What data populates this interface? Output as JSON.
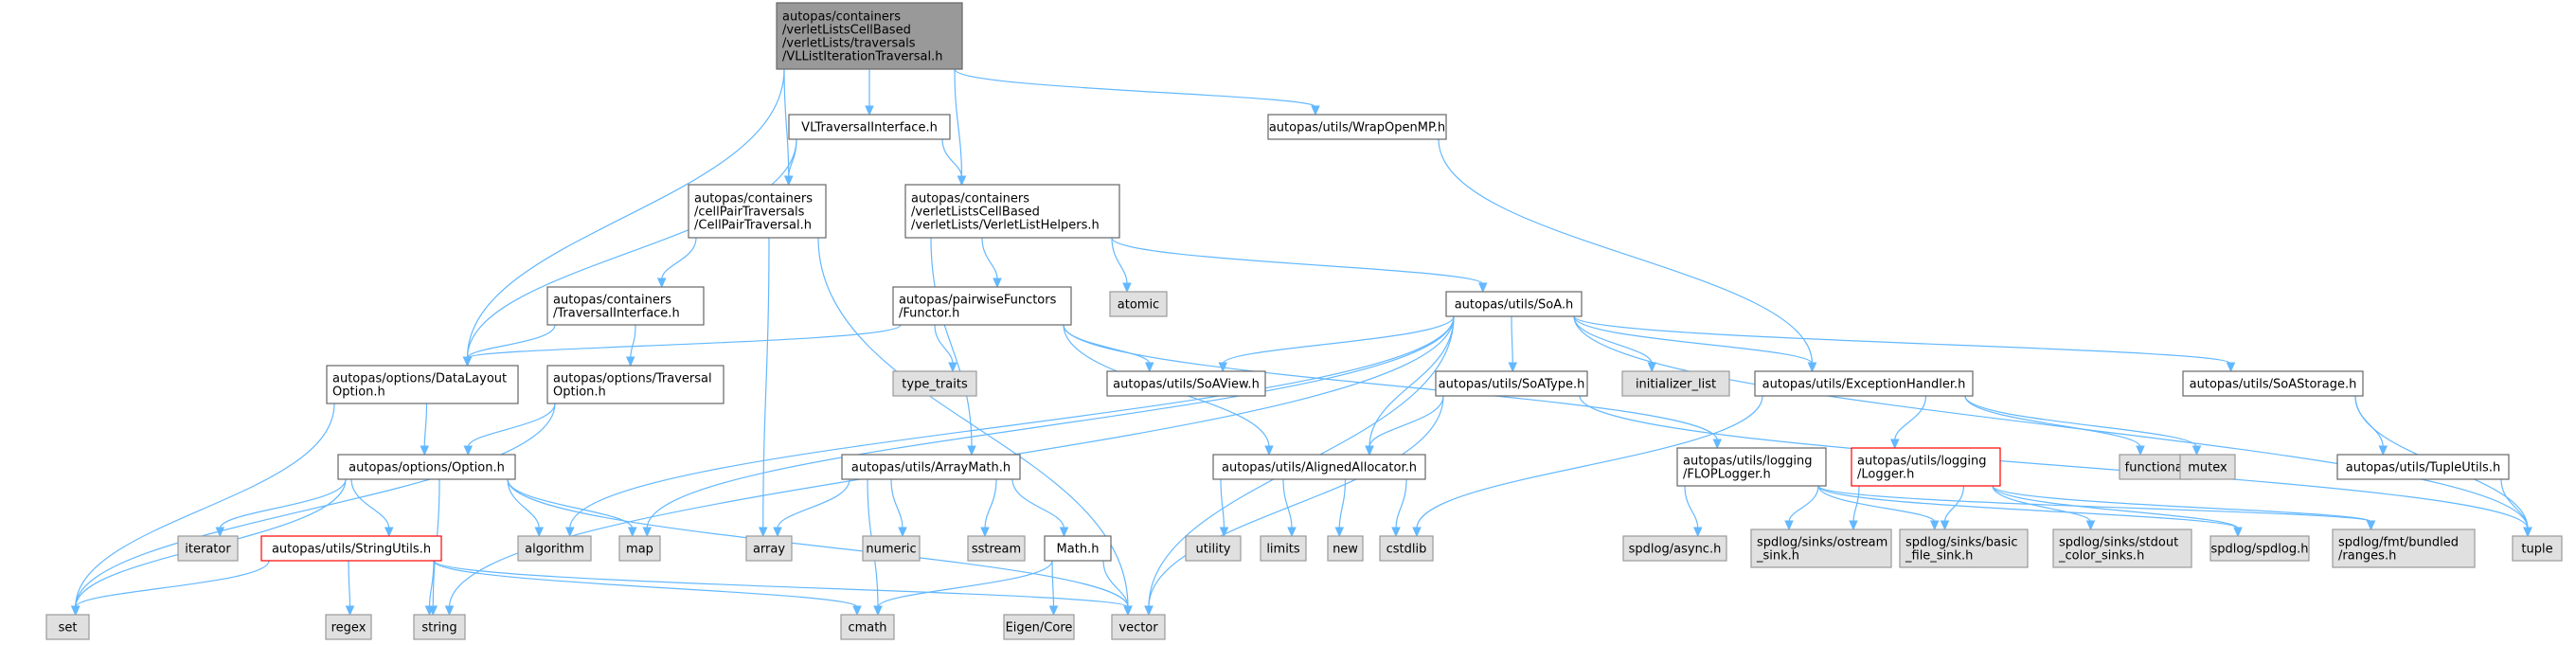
{
  "colors": {
    "edge": "#63b8ff",
    "root_fill": "#999999",
    "root_border": "#666666",
    "normal_fill": "#ffffff",
    "normal_border": "#666666",
    "system_fill": "#e0e0e0",
    "system_border": "#999999",
    "red_border": "#ff0000"
  },
  "nodes": [
    {
      "id": "root",
      "kind": "root",
      "lines": [
        "autopas/containers",
        "/verletListsCellBased",
        "/verletLists/traversals",
        "/VLListIterationTraversal.h"
      ]
    },
    {
      "id": "vlti",
      "kind": "normal",
      "lines": [
        "VLTraversalInterface.h"
      ]
    },
    {
      "id": "wrapomp",
      "kind": "normal",
      "lines": [
        "autopas/utils/WrapOpenMP.h"
      ]
    },
    {
      "id": "cellpair",
      "kind": "normal",
      "lines": [
        "autopas/containers",
        "/cellPairTraversals",
        "/CellPairTraversal.h"
      ]
    },
    {
      "id": "vlhelpers",
      "kind": "normal",
      "lines": [
        "autopas/containers",
        "/verletListsCellBased",
        "/verletLists/VerletListHelpers.h"
      ]
    },
    {
      "id": "travint",
      "kind": "normal",
      "lines": [
        "autopas/containers",
        "/TraversalInterface.h"
      ]
    },
    {
      "id": "functor",
      "kind": "normal",
      "lines": [
        "autopas/pairwiseFunctors",
        "/Functor.h"
      ]
    },
    {
      "id": "atomic",
      "kind": "system",
      "lines": [
        "atomic"
      ]
    },
    {
      "id": "soa",
      "kind": "normal",
      "lines": [
        "autopas/utils/SoA.h"
      ]
    },
    {
      "id": "datalayout",
      "kind": "normal",
      "lines": [
        "autopas/options/DataLayout",
        "Option.h"
      ]
    },
    {
      "id": "travopt",
      "kind": "normal",
      "lines": [
        "autopas/options/Traversal",
        "Option.h"
      ]
    },
    {
      "id": "type_traits",
      "kind": "system",
      "lines": [
        "type_traits"
      ]
    },
    {
      "id": "soaview",
      "kind": "normal",
      "lines": [
        "autopas/utils/SoAView.h"
      ]
    },
    {
      "id": "soatype",
      "kind": "normal",
      "lines": [
        "autopas/utils/SoAType.h"
      ]
    },
    {
      "id": "init_list",
      "kind": "system",
      "lines": [
        "initializer_list"
      ]
    },
    {
      "id": "exhandler",
      "kind": "normal",
      "lines": [
        "autopas/utils/ExceptionHandler.h"
      ]
    },
    {
      "id": "soastorage",
      "kind": "normal",
      "lines": [
        "autopas/utils/SoAStorage.h"
      ]
    },
    {
      "id": "option",
      "kind": "normal",
      "lines": [
        "autopas/options/Option.h"
      ]
    },
    {
      "id": "arraymath",
      "kind": "normal",
      "lines": [
        "autopas/utils/ArrayMath.h"
      ]
    },
    {
      "id": "alignedalloc",
      "kind": "normal",
      "lines": [
        "autopas/utils/AlignedAllocator.h"
      ]
    },
    {
      "id": "floplogger",
      "kind": "normal",
      "lines": [
        "autopas/utils/logging",
        "/FLOPLogger.h"
      ]
    },
    {
      "id": "logger",
      "kind": "red",
      "lines": [
        "autopas/utils/logging",
        "/Logger.h"
      ]
    },
    {
      "id": "functional",
      "kind": "system",
      "lines": [
        "functional"
      ]
    },
    {
      "id": "mutex",
      "kind": "system",
      "lines": [
        "mutex"
      ]
    },
    {
      "id": "tupleutils",
      "kind": "normal",
      "lines": [
        "autopas/utils/TupleUtils.h"
      ]
    },
    {
      "id": "iterator",
      "kind": "system",
      "lines": [
        "iterator"
      ]
    },
    {
      "id": "stringutils",
      "kind": "red",
      "lines": [
        "autopas/utils/StringUtils.h"
      ]
    },
    {
      "id": "algorithm",
      "kind": "system",
      "lines": [
        "algorithm"
      ]
    },
    {
      "id": "map",
      "kind": "system",
      "lines": [
        "map"
      ]
    },
    {
      "id": "array",
      "kind": "system",
      "lines": [
        "array"
      ]
    },
    {
      "id": "numeric",
      "kind": "system",
      "lines": [
        "numeric"
      ]
    },
    {
      "id": "sstream",
      "kind": "system",
      "lines": [
        "sstream"
      ]
    },
    {
      "id": "mathh",
      "kind": "normal",
      "lines": [
        "Math.h"
      ]
    },
    {
      "id": "utility",
      "kind": "system",
      "lines": [
        "utility"
      ]
    },
    {
      "id": "limits",
      "kind": "system",
      "lines": [
        "limits"
      ]
    },
    {
      "id": "new",
      "kind": "system",
      "lines": [
        "new"
      ]
    },
    {
      "id": "cstdlib",
      "kind": "system",
      "lines": [
        "cstdlib"
      ]
    },
    {
      "id": "spdasync",
      "kind": "system",
      "lines": [
        "spdlog/async.h"
      ]
    },
    {
      "id": "spdostream",
      "kind": "system",
      "lines": [
        "spdlog/sinks/ostream",
        "_sink.h"
      ]
    },
    {
      "id": "spdbasic",
      "kind": "system",
      "lines": [
        "spdlog/sinks/basic",
        "_file_sink.h"
      ]
    },
    {
      "id": "spdstdout",
      "kind": "system",
      "lines": [
        "spdlog/sinks/stdout",
        "_color_sinks.h"
      ]
    },
    {
      "id": "spdlog",
      "kind": "system",
      "lines": [
        "spdlog/spdlog.h"
      ]
    },
    {
      "id": "fmtranges",
      "kind": "system",
      "lines": [
        "spdlog/fmt/bundled",
        "/ranges.h"
      ]
    },
    {
      "id": "tuple",
      "kind": "system",
      "lines": [
        "tuple"
      ]
    },
    {
      "id": "set",
      "kind": "system",
      "lines": [
        "set"
      ]
    },
    {
      "id": "regex",
      "kind": "system",
      "lines": [
        "regex"
      ]
    },
    {
      "id": "string",
      "kind": "system",
      "lines": [
        "string"
      ]
    },
    {
      "id": "cmath",
      "kind": "system",
      "lines": [
        "cmath"
      ]
    },
    {
      "id": "eigencore",
      "kind": "system",
      "lines": [
        "Eigen/Core"
      ]
    },
    {
      "id": "vector",
      "kind": "system",
      "lines": [
        "vector"
      ]
    }
  ],
  "edges": [
    [
      "root",
      "vlti"
    ],
    [
      "root",
      "wrapomp"
    ],
    [
      "root",
      "cellpair"
    ],
    [
      "root",
      "vlhelpers"
    ],
    [
      "root",
      "datalayout"
    ],
    [
      "vlti",
      "cellpair"
    ],
    [
      "vlti",
      "vlhelpers"
    ],
    [
      "vlti",
      "datalayout"
    ],
    [
      "wrapomp",
      "exhandler"
    ],
    [
      "cellpair",
      "travint"
    ],
    [
      "cellpair",
      "array"
    ],
    [
      "cellpair",
      "vector"
    ],
    [
      "vlhelpers",
      "functor"
    ],
    [
      "vlhelpers",
      "atomic"
    ],
    [
      "vlhelpers",
      "soa"
    ],
    [
      "vlhelpers",
      "arraymath"
    ],
    [
      "travint",
      "datalayout"
    ],
    [
      "travint",
      "travopt"
    ],
    [
      "functor",
      "type_traits"
    ],
    [
      "functor",
      "soaview"
    ],
    [
      "functor",
      "datalayout"
    ],
    [
      "functor",
      "alignedalloc"
    ],
    [
      "functor",
      "floplogger"
    ],
    [
      "soa",
      "soaview"
    ],
    [
      "soa",
      "soatype"
    ],
    [
      "soa",
      "init_list"
    ],
    [
      "soa",
      "exhandler"
    ],
    [
      "soa",
      "soastorage"
    ],
    [
      "soa",
      "alignedalloc"
    ],
    [
      "soa",
      "algorithm"
    ],
    [
      "soa",
      "map"
    ],
    [
      "soa",
      "string"
    ],
    [
      "soa",
      "tuple"
    ],
    [
      "soa",
      "vector"
    ],
    [
      "datalayout",
      "option"
    ],
    [
      "datalayout",
      "set"
    ],
    [
      "travopt",
      "option"
    ],
    [
      "travopt",
      "set"
    ],
    [
      "soatype",
      "alignedalloc"
    ],
    [
      "soatype",
      "tuple"
    ],
    [
      "soatype",
      "vector"
    ],
    [
      "exhandler",
      "logger"
    ],
    [
      "exhandler",
      "functional"
    ],
    [
      "exhandler",
      "mutex"
    ],
    [
      "exhandler",
      "cstdlib"
    ],
    [
      "soastorage",
      "tupleutils"
    ],
    [
      "soastorage",
      "tuple"
    ],
    [
      "option",
      "iterator"
    ],
    [
      "option",
      "stringutils"
    ],
    [
      "option",
      "algorithm"
    ],
    [
      "option",
      "map"
    ],
    [
      "option",
      "set"
    ],
    [
      "option",
      "string"
    ],
    [
      "option",
      "vector"
    ],
    [
      "arraymath",
      "array"
    ],
    [
      "arraymath",
      "numeric"
    ],
    [
      "arraymath",
      "sstream"
    ],
    [
      "arraymath",
      "mathh"
    ],
    [
      "arraymath",
      "cmath"
    ],
    [
      "alignedalloc",
      "utility"
    ],
    [
      "alignedalloc",
      "limits"
    ],
    [
      "alignedalloc",
      "new"
    ],
    [
      "alignedalloc",
      "cstdlib"
    ],
    [
      "floplogger",
      "spdasync"
    ],
    [
      "floplogger",
      "spdostream"
    ],
    [
      "floplogger",
      "spdbasic"
    ],
    [
      "floplogger",
      "spdlog"
    ],
    [
      "floplogger",
      "fmtranges"
    ],
    [
      "logger",
      "spdostream"
    ],
    [
      "logger",
      "spdbasic"
    ],
    [
      "logger",
      "spdstdout"
    ],
    [
      "logger",
      "spdlog"
    ],
    [
      "logger",
      "fmtranges"
    ],
    [
      "tupleutils",
      "tuple"
    ],
    [
      "stringutils",
      "set"
    ],
    [
      "stringutils",
      "regex"
    ],
    [
      "stringutils",
      "string"
    ],
    [
      "stringutils",
      "cmath"
    ],
    [
      "stringutils",
      "vector"
    ],
    [
      "mathh",
      "cmath"
    ],
    [
      "mathh",
      "eigencore"
    ],
    [
      "mathh",
      "vector"
    ]
  ]
}
